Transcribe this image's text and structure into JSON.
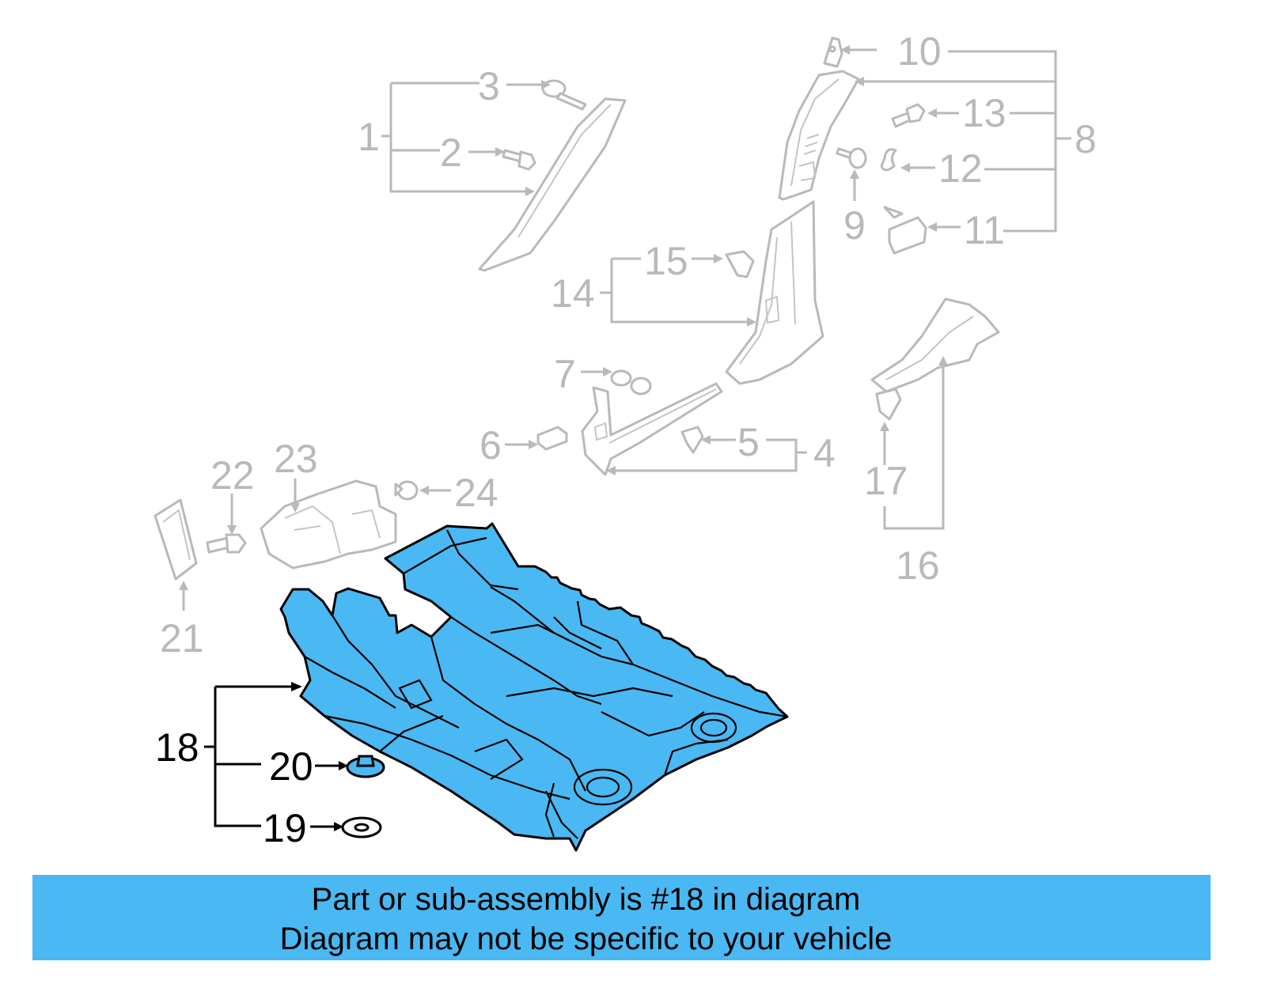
{
  "callouts": {
    "c1": "1",
    "c2": "2",
    "c3": "3",
    "c4": "4",
    "c5": "5",
    "c6": "6",
    "c7": "7",
    "c8": "8",
    "c9": "9",
    "c10": "10",
    "c11": "11",
    "c12": "12",
    "c13": "13",
    "c14": "14",
    "c15": "15",
    "c16": "16",
    "c17": "17",
    "c18": "18",
    "c19": "19",
    "c20": "20",
    "c21": "21",
    "c22": "22",
    "c23": "23",
    "c24": "24"
  },
  "highlighted_part": "18",
  "colors": {
    "highlight": "#4ab8f2",
    "inactive_parts": "#b9b9b9",
    "active_outline": "#000000"
  },
  "banner": {
    "line1": "Part or sub-assembly is #18 in diagram",
    "line2": "Diagram may not be specific to your vehicle"
  }
}
